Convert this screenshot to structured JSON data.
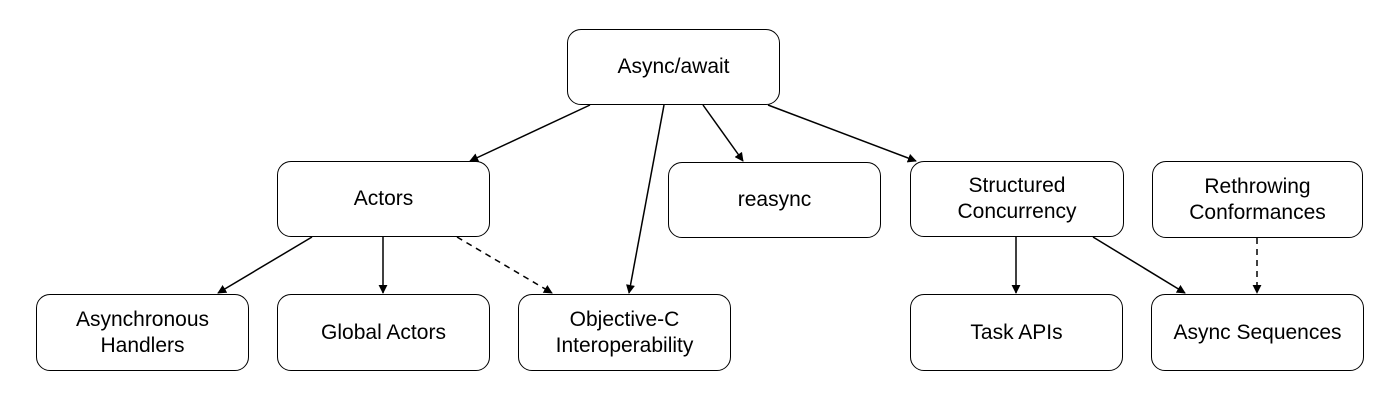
{
  "nodes": {
    "async_await": "Async/await",
    "actors": "Actors",
    "reasync": "reasync",
    "structured_concurrency": "Structured\nConcurrency",
    "rethrowing_conformances": "Rethrowing\nConformances",
    "asynchronous_handlers": "Asynchronous\nHandlers",
    "global_actors": "Global Actors",
    "objc_interoperability": "Objective-C\nInteroperability",
    "task_apis": "Task APIs",
    "async_sequences": "Async Sequences"
  },
  "edges": [
    {
      "from": "async_await",
      "to": "actors",
      "style": "solid"
    },
    {
      "from": "async_await",
      "to": "objc_interoperability",
      "style": "solid"
    },
    {
      "from": "async_await",
      "to": "reasync",
      "style": "solid"
    },
    {
      "from": "async_await",
      "to": "structured_concurrency",
      "style": "solid"
    },
    {
      "from": "actors",
      "to": "asynchronous_handlers",
      "style": "solid"
    },
    {
      "from": "actors",
      "to": "global_actors",
      "style": "solid"
    },
    {
      "from": "actors",
      "to": "objc_interoperability",
      "style": "dashed"
    },
    {
      "from": "structured_concurrency",
      "to": "task_apis",
      "style": "solid"
    },
    {
      "from": "structured_concurrency",
      "to": "async_sequences",
      "style": "solid"
    },
    {
      "from": "rethrowing_conformances",
      "to": "async_sequences",
      "style": "dashed"
    }
  ]
}
